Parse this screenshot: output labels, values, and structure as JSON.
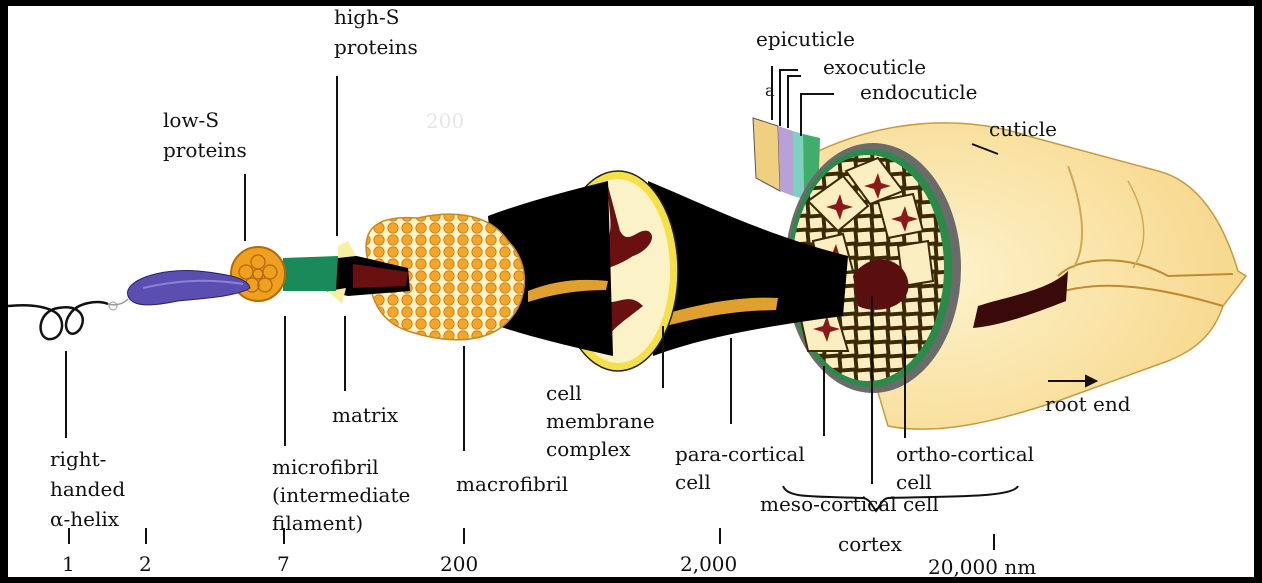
{
  "labels": {
    "high_s_1": "high-S",
    "high_s_2": "proteins",
    "low_s_1": "low-S",
    "low_s_2": "proteins",
    "epicuticle": "epicuticle",
    "a": "a",
    "exocuticle": "exocuticle",
    "endocuticle": "endocuticle",
    "cuticle": "cuticle",
    "root_end": "root end",
    "matrix": "matrix",
    "cell_membrane_1": "cell",
    "cell_membrane_2": "membrane",
    "cell_membrane_3": "complex",
    "right_handed_1": "right-",
    "right_handed_2": "handed",
    "right_handed_3": "α-helix",
    "microfibril_1": "microfibril",
    "microfibril_2": "(intermediate",
    "microfibril_3": "filament)",
    "macrofibril": "macrofibril",
    "para_cortical_1": "para-cortical",
    "para_cortical_2": "cell",
    "ortho_cortical_1": "ortho-cortical",
    "ortho_cortical_2": "cell",
    "meso_cortical": "meso-cortical cell",
    "cortex": "cortex",
    "ghost_200": "200"
  },
  "scale": [
    "1",
    "2",
    "7",
    "200",
    "2,000",
    "20,000 nm"
  ],
  "colors": {
    "frame": "#000000",
    "helix_blue": "#5a4fb0",
    "microfibril_orange": "#f0a020",
    "matrix_green": "#1a8a5a",
    "macrofibril_fill": "#f6c86a",
    "cell_yellow": "#f5e04a",
    "cell_interior": "#fbf2c8",
    "dark_red": "#6b1010",
    "cuticle_cream": "#fbe6a8"
  }
}
